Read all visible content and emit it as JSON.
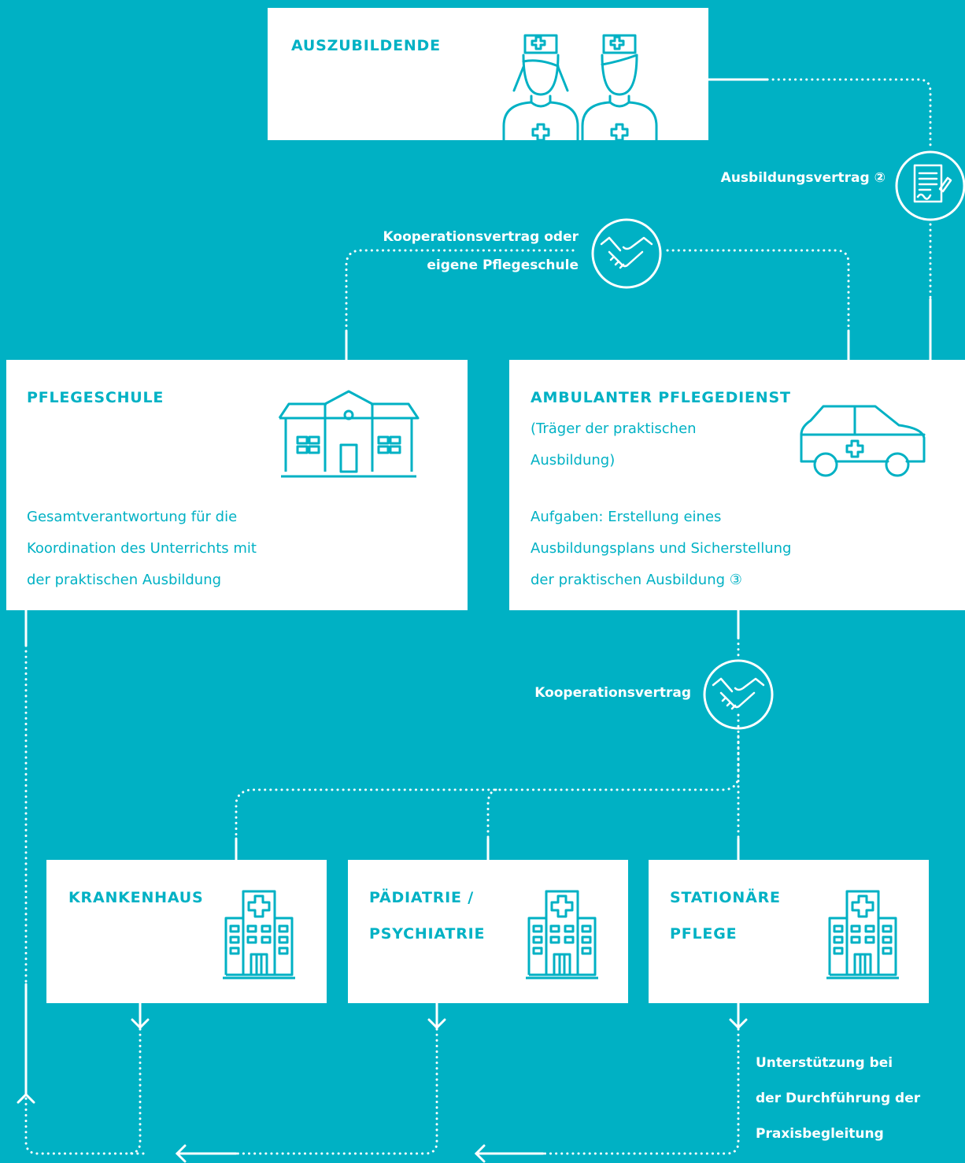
{
  "colors": {
    "background": "#00b1c4",
    "box": "#ffffff",
    "accent": "#00b1c4",
    "line": "#ffffff"
  },
  "auszubildende": {
    "title": "AUSZUBILDENDE",
    "icon": "nurses-icon"
  },
  "pflegeschule": {
    "title": "PFLEGESCHULE",
    "icon": "school-building-icon",
    "text_lines": [
      "Gesamtverantwortung für die",
      "Koordination des Unterrichts mit",
      "der praktischen Ausbildung"
    ]
  },
  "ambulant": {
    "title": "AMBULANTER PFLEGEDIENST",
    "subtitle_lines": [
      "(Träger der praktischen",
      "Ausbildung)"
    ],
    "icon": "ambulance-car-icon",
    "text_lines": [
      "Aufgaben: Erstellung eines",
      "Ausbildungsplans und Sicherstellung",
      "der praktischen Ausbildung ③"
    ]
  },
  "krankenhaus": {
    "title_lines": [
      "KRANKENHAUS"
    ],
    "icon": "hospital-icon"
  },
  "paediatrie": {
    "title_lines": [
      "PÄDIATRIE /",
      "PSYCHIATRIE"
    ],
    "icon": "hospital-icon"
  },
  "stationaer": {
    "title_lines": [
      "STATIONÄRE",
      "PFLEGE"
    ],
    "icon": "hospital-icon"
  },
  "labels": {
    "ausbildungsvertrag": "Ausbildungsvertrag ②",
    "kooperation_oder": [
      "Kooperationsvertrag oder",
      "eigene Pflegeschule"
    ],
    "kooperationsvertrag": "Kooperationsvertrag",
    "unterstuetzung": [
      "Unterstützung bei",
      "der Durchführung der",
      "Praxisbegleitung"
    ]
  }
}
